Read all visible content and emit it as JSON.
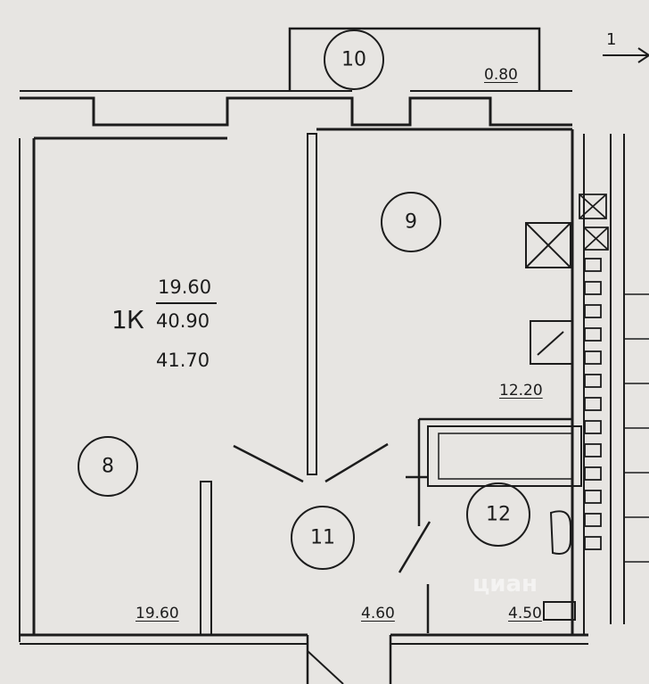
{
  "axis_marker": "1",
  "apartment": {
    "type_label": "1К",
    "living_area": "19.60",
    "total_area": "40.90",
    "total_with_balcony": "41.70"
  },
  "rooms": [
    {
      "number": "8",
      "area": "19.60"
    },
    {
      "number": "9",
      "area": "12.20"
    },
    {
      "number": "10",
      "area": "0.80"
    },
    {
      "number": "11",
      "area": "4.60"
    },
    {
      "number": "12",
      "area": "4.50"
    }
  ],
  "watermark": "циан",
  "colors": {
    "paper": "#e7e5e2",
    "wall": "#1c1c1c"
  }
}
